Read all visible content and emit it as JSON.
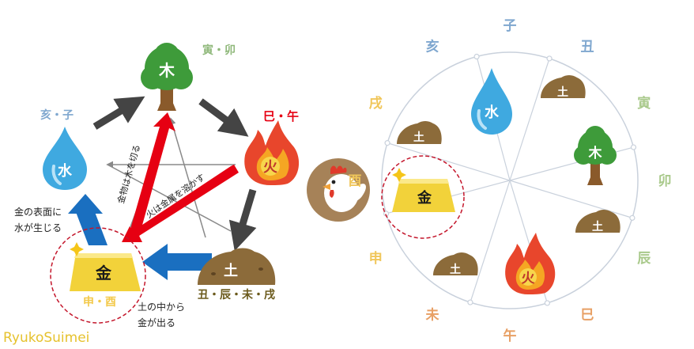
{
  "left": {
    "elements": {
      "wood": "木",
      "fire": "火",
      "earth": "土",
      "metal": "金",
      "water": "水"
    },
    "branches": {
      "wood": "寅・卯",
      "fire": "巳・午",
      "earth": "丑・辰・未・戌",
      "metal": "申・酉",
      "water": "亥・子"
    },
    "notes": {
      "metal_to_water": [
        "金の表面に",
        "水が生じる"
      ],
      "earth_to_metal": [
        "土の中から",
        "金が出る"
      ],
      "metal_cuts_wood": "金物は木を切る",
      "fire_melts_metal": "火は金属を溶かす"
    },
    "colors": {
      "wood": "#8fb87a",
      "fire": "#e60012",
      "earth": "#6b5a1c",
      "metal": "#f3c94a",
      "water": "#7fa7cf",
      "generating_arrow": "#444444",
      "metal_water_arrow": "#1a6fc0",
      "control_arrow": "#e60012"
    }
  },
  "right": {
    "branches": [
      {
        "label": "子",
        "color": "#7fa7cf"
      },
      {
        "label": "丑",
        "color": "#7fa7cf"
      },
      {
        "label": "寅",
        "color": "#a9c98b"
      },
      {
        "label": "卯",
        "color": "#a9c98b"
      },
      {
        "label": "辰",
        "color": "#a9c98b"
      },
      {
        "label": "巳",
        "color": "#e8a065"
      },
      {
        "label": "午",
        "color": "#e8a065"
      },
      {
        "label": "未",
        "color": "#e8a065"
      },
      {
        "label": "申",
        "color": "#f0c65a"
      },
      {
        "label": "酉",
        "color": "#f0c65a"
      },
      {
        "label": "戌",
        "color": "#f0c65a"
      },
      {
        "label": "亥",
        "color": "#7fa7cf"
      }
    ],
    "elements": {
      "water": "水",
      "earth": "土",
      "wood": "木",
      "fire": "火",
      "metal": "金"
    }
  },
  "watermark": "RyukoSuimei"
}
